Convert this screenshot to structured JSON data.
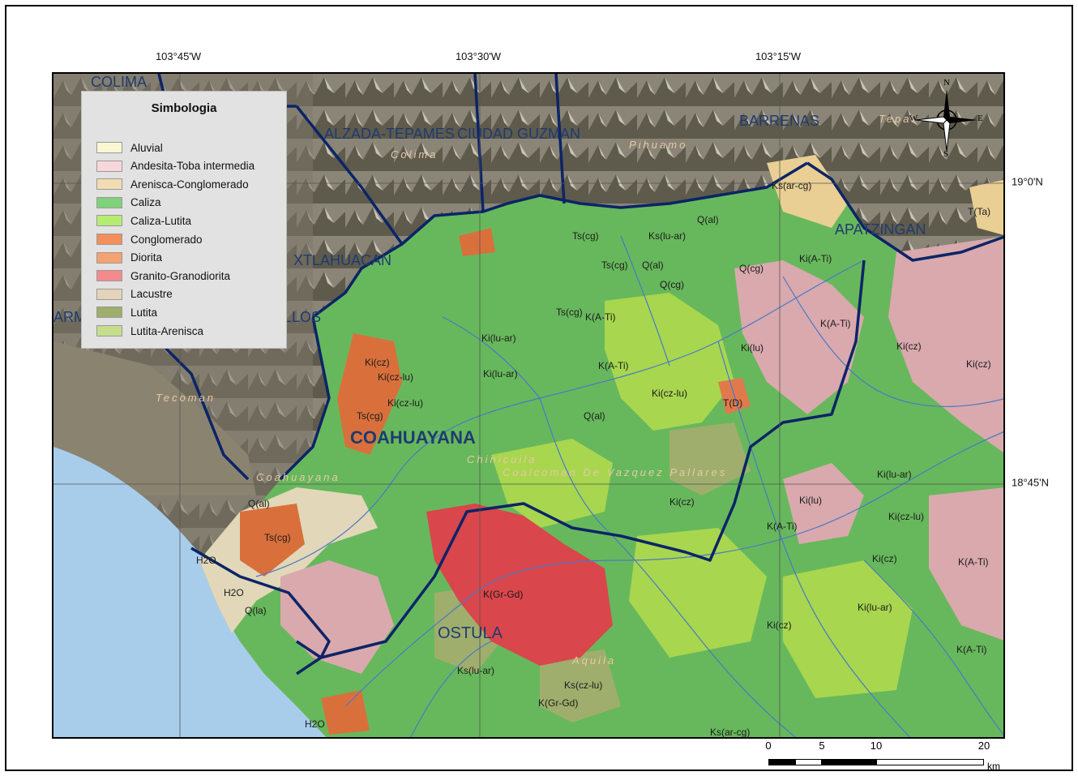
{
  "coords": {
    "top": [
      "103°45'W",
      "103°30'W",
      "103°15'W"
    ],
    "right": [
      "19°0'N",
      "18°45'N"
    ]
  },
  "legend": {
    "title": "Simbologia",
    "items": [
      {
        "label": "Aluvial",
        "color": "#fbf6d4"
      },
      {
        "label": "Andesita-Toba intermedia",
        "color": "#f7d7dc"
      },
      {
        "label": "Arenisca-Conglomerado",
        "color": "#f1ddb1"
      },
      {
        "label": "Caliza",
        "color": "#7fd27a"
      },
      {
        "label": "Caliza-Lutita",
        "color": "#b5ec73"
      },
      {
        "label": "Conglomerado",
        "color": "#f28f5a"
      },
      {
        "label": "Diorita",
        "color": "#f4a272"
      },
      {
        "label": "Granito-Granodiorita",
        "color": "#f38a8e"
      },
      {
        "label": "Lacustre",
        "color": "#e4d3b9"
      },
      {
        "label": "Lutita",
        "color": "#9fae6d"
      },
      {
        "label": "Lutita-Arenisca",
        "color": "#c6dd8d"
      }
    ]
  },
  "municipalities": {
    "coahuayana": "COAHUAYANA",
    "ostula": "OSTULA",
    "colima": "COLIMA",
    "alzada": "ALZADA-TEPAMES",
    "guzman": "CIUDAD GUZMAN",
    "barrenas": "BARRENAS",
    "apatzingan": "APATZINGAN",
    "tlahuacan": "XTLAHUACAN",
    "armeria": "ARM",
    "callos": "LLOS"
  },
  "localities": {
    "colima": "Colima",
    "pihuamo": "Pihuamo",
    "tecoman": "Tecoman",
    "coahuayana": "Coahuayana",
    "chinicuila": "Chinicuila",
    "coalcoman": "Coalcoman De Vazquez Pallares",
    "aquila": "Aquila",
    "tepalcatepec": "Tepal"
  },
  "geology_labels": [
    "Ki(cz)",
    "Ki(cz-lu)",
    "Ts(cg)",
    "Q(al)",
    "K(A-Ti)",
    "Ki(lu-ar)",
    "Ki(lu)",
    "Ks(lu-ar)",
    "Ks(cz-lu)",
    "K(Gr-Gd)",
    "Ks(ar-cg)",
    "Q(cg)",
    "Q(la)",
    "H2O",
    "T(D)",
    "T(Ta)",
    "Ki(A-Ti)"
  ],
  "north_arrow": {
    "n": "N",
    "s": "S",
    "e": "E",
    "w": "W"
  },
  "scale": {
    "ticks": [
      "0",
      "5",
      "10",
      "20"
    ],
    "unit": "km"
  },
  "colors": {
    "sea": "#a7cdea",
    "boundary": "#0c2467",
    "river": "#4a79c7",
    "relief_dark": "#5e5a4c",
    "relief_light": "#a9a395",
    "caliza": "#67b85c",
    "caliza_lutita": "#a8d64f",
    "andesita": "#d9a9ad",
    "granito": "#d9464b",
    "conglomerado": "#d9703c"
  }
}
